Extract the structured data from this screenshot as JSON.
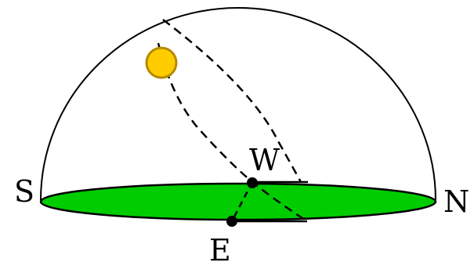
{
  "labels": {
    "south": "S",
    "north": "N",
    "west": "W",
    "east": "E"
  },
  "colors": {
    "ground": "#00cc00",
    "sun_fill": "#ffcc00",
    "sun_stroke": "#b58a00",
    "lines": "#000000"
  },
  "icons": {
    "sun": "sun-icon"
  }
}
